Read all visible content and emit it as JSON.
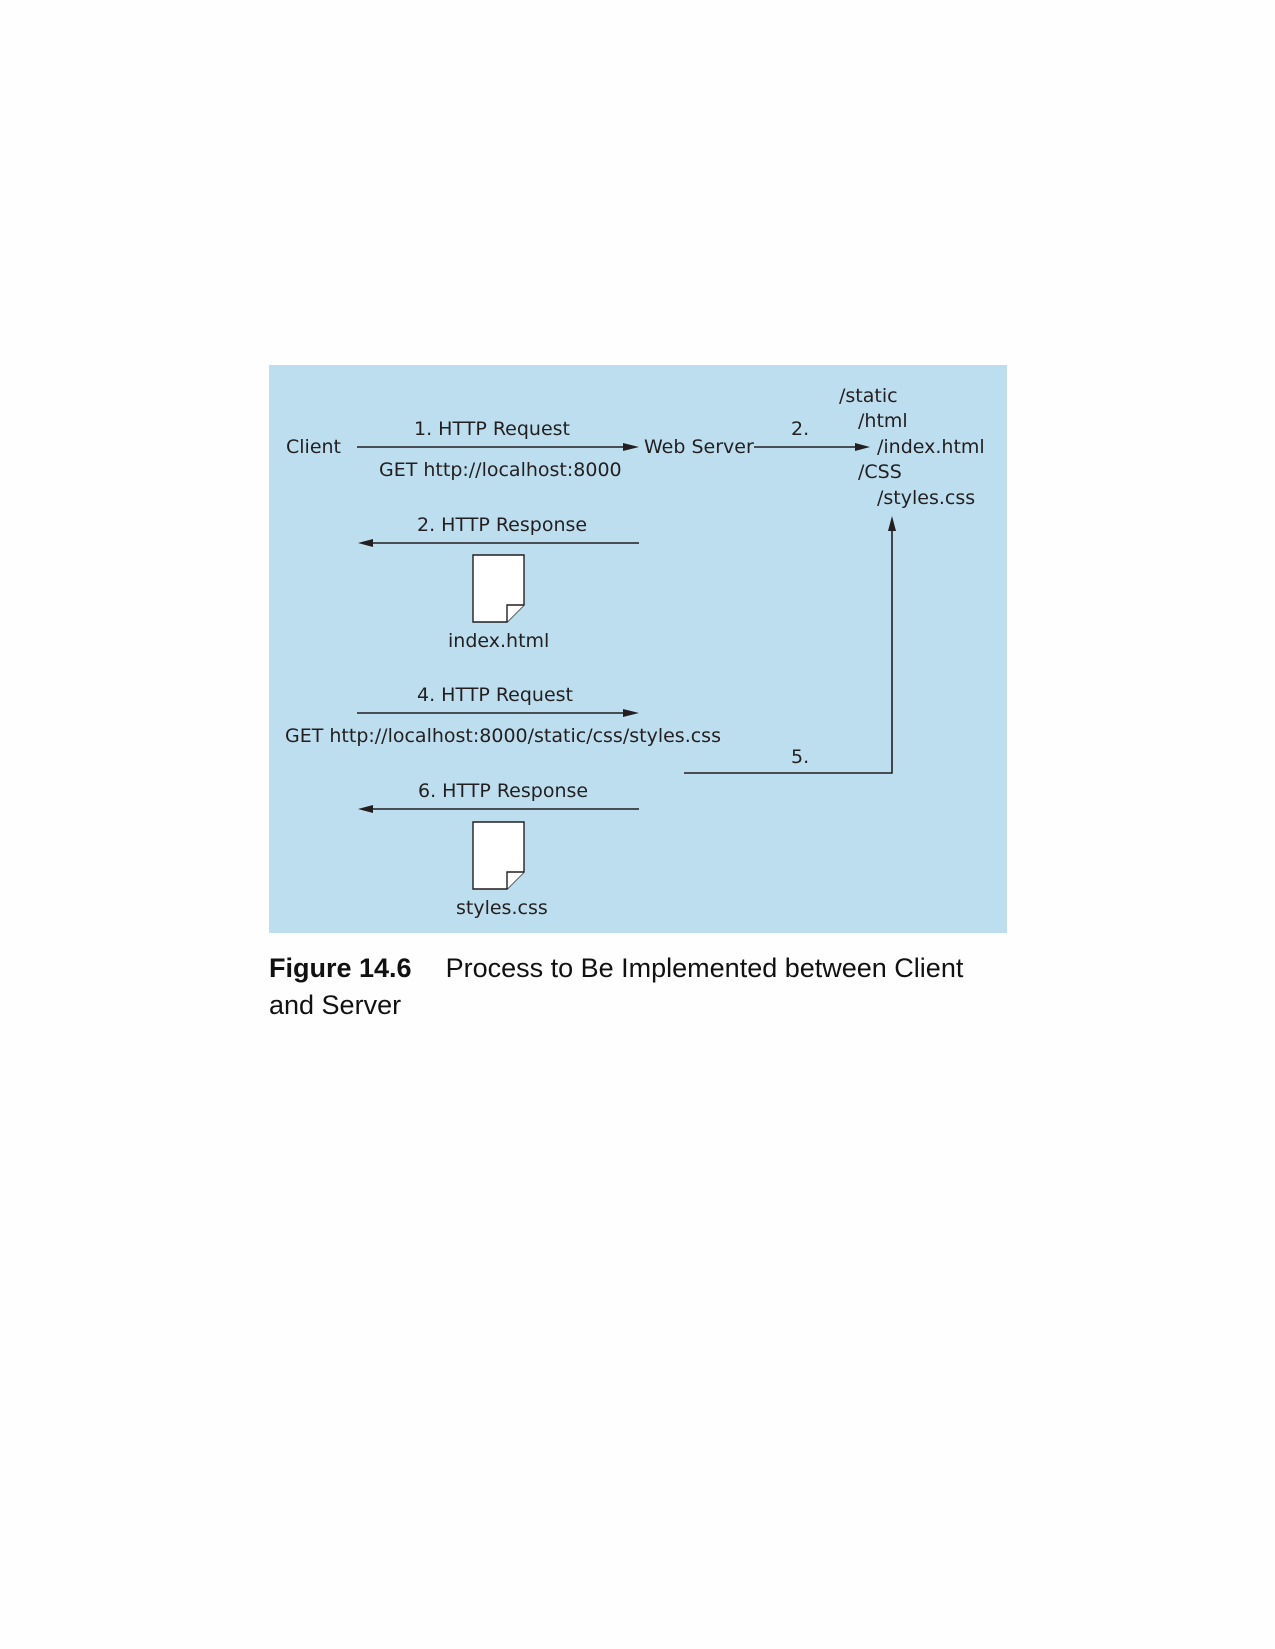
{
  "diagram": {
    "nodes": {
      "client": "Client",
      "web_server": "Web Server"
    },
    "arrows": {
      "request1_label": "1. HTTP Request",
      "request1_url": "GET http://localhost:8000",
      "lookup1_label": "2.",
      "response1_label": "2. HTTP Response",
      "request2_label": "4. HTTP Request",
      "request2_url": "GET http://localhost:8000/static/css/styles.css",
      "lookup2_label": "5.",
      "response2_label": "6. HTTP Response"
    },
    "files": {
      "doc1": "index.html",
      "doc2": "styles.css"
    },
    "tree": [
      "/static",
      "/html",
      "/index.html",
      "/CSS",
      "/styles.css"
    ]
  },
  "caption": {
    "label": "Figure 14.6",
    "text": "Process to Be Implemented between Client and Server"
  }
}
